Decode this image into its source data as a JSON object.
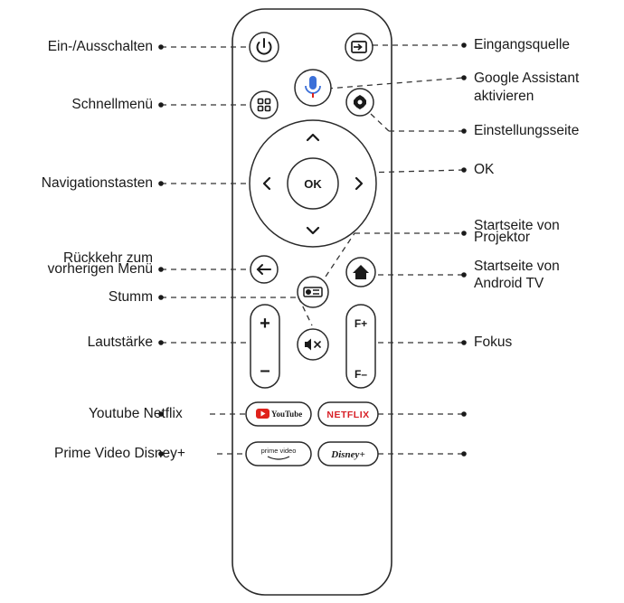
{
  "labels": {
    "power": "Ein-/Ausschalten",
    "quick_menu": "Schnellmenü",
    "navigation": "Navigationstasten",
    "back_line1": "Rückkehr zum",
    "back_line2": "vorherigen Menü",
    "mute": "Stumm",
    "volume": "Lautstärke",
    "youtube_netflix": "Youtube Netflix",
    "prime_disney": "Prime Video Disney+",
    "input_source": "Eingangsquelle",
    "assistant_line1": "Google Assistant",
    "assistant_line2": "aktivieren",
    "settings": "Einstellungsseite",
    "ok": "OK",
    "projector_home_line1": "Startseite von",
    "projector_home_line2": "Projektor",
    "android_home_line1": "Startseite von",
    "android_home_line2": "Android TV",
    "focus": "Fokus"
  },
  "remote": {
    "ok_label": "OK",
    "volume_plus": "+",
    "volume_minus": "–",
    "focus_plus": "F+",
    "focus_minus": "F–",
    "youtube": "YouTube",
    "netflix": "NETFLIX",
    "prime": "prime video",
    "disney": "Disney+"
  },
  "colors": {
    "outline": "#2a2a2a",
    "line": "#333333",
    "youtube_red": "#e0221b",
    "netflix_red": "#d81f26",
    "mic_blue": "#3b6fd8",
    "mic_red": "#e0221b"
  }
}
